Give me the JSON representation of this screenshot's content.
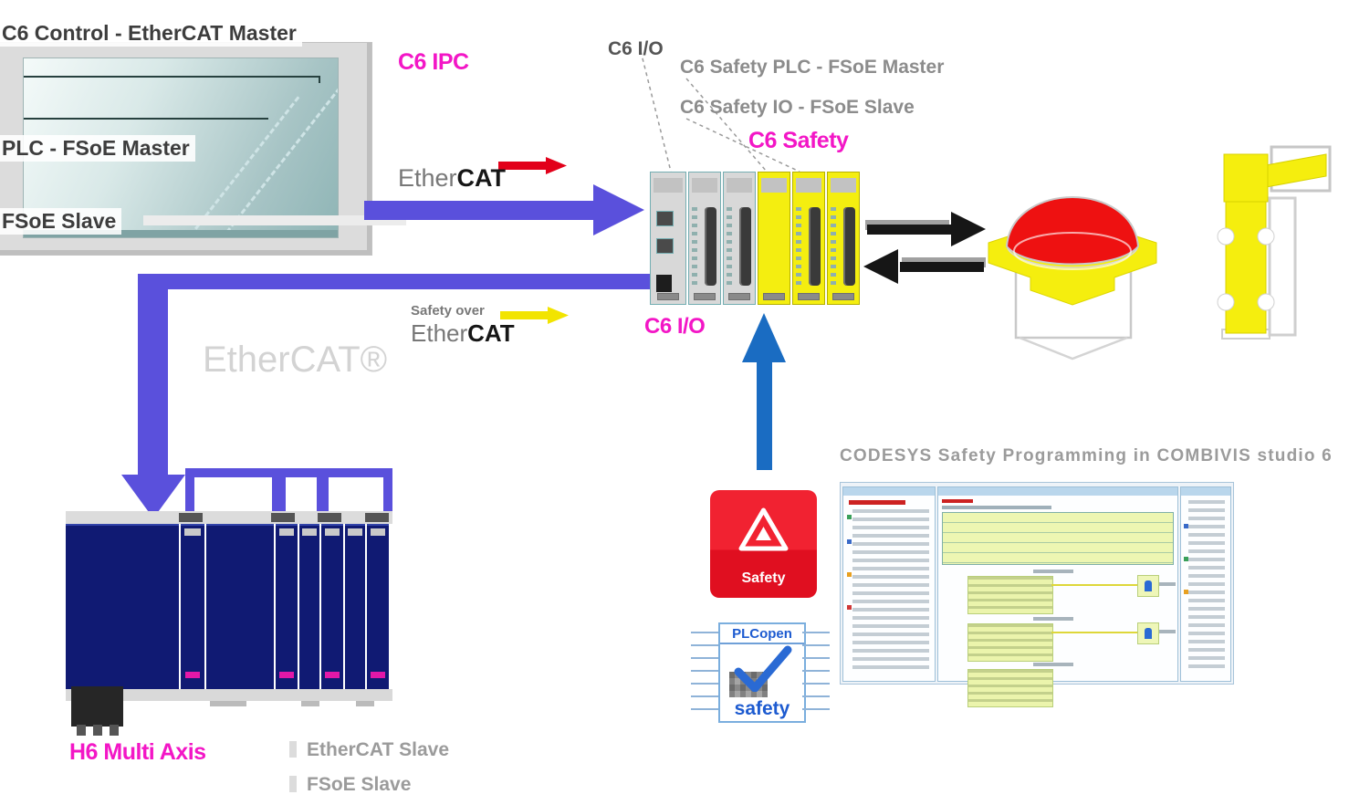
{
  "diagram": {
    "ipc": {
      "title": "C6 Control - EtherCAT Master",
      "device_label": "C6 IPC",
      "screen_items": [
        "PLC - FSoE Master",
        "FSoE Slave"
      ]
    },
    "logos": {
      "ethercat": {
        "light": "Ether",
        "bold": "CAT"
      },
      "safety_over_ethercat": {
        "small": "Safety over",
        "light": "Ether",
        "bold": "CAT"
      },
      "watermark": "EtherCAT®"
    },
    "safety_rack": {
      "heading": "C6 Safety",
      "io_label": "C6 I/O",
      "callout_io": "C6 I/O",
      "callout_plc": "C6 Safety PLC - FSoE Master",
      "callout_slave": "C6 Safety IO - FSoE Slave"
    },
    "drive": {
      "label": "H6 Multi Axis",
      "bullets": [
        "EtherCAT Slave",
        "FSoE Slave"
      ]
    },
    "safety_tile": {
      "label": "Safety"
    },
    "plcopen": {
      "title": "PLCopen",
      "subtitle": "safety"
    },
    "studio": {
      "caption": "CODESYS Safety Programming in COMBIVIS studio 6"
    },
    "colors": {
      "magenta": "#f316c6",
      "ethercat_red": "#e2001a",
      "purple": "#5a50dc",
      "safety_blue": "#1a6cc2",
      "safety_yellow": "#f4ee10",
      "drive_navy": "#101a73"
    }
  }
}
